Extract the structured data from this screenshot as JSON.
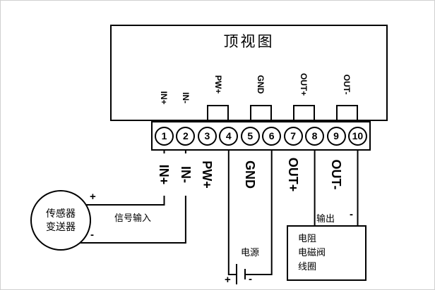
{
  "title": "顶视图",
  "terminals": [
    "1",
    "2",
    "3",
    "4",
    "5",
    "6",
    "7",
    "8",
    "9",
    "10"
  ],
  "top_labels": [
    "IN+",
    "IN-",
    "PW+",
    "GND",
    "OUT+",
    "OUT-"
  ],
  "bottom_labels": [
    "IN+",
    "IN-",
    "PW+",
    "GND",
    "OUT+",
    "OUT-"
  ],
  "sensor": {
    "name_line1": "传感器",
    "name_line2": "变送器",
    "plus": "+",
    "minus": "-"
  },
  "signal_input_label": "信号输入",
  "power": {
    "label": "电源",
    "plus": "+",
    "minus": "-"
  },
  "output": {
    "label": "输出",
    "minus": "-"
  },
  "load": {
    "line1": "电阻",
    "line2": "电磁阀",
    "line3": "线圈"
  }
}
